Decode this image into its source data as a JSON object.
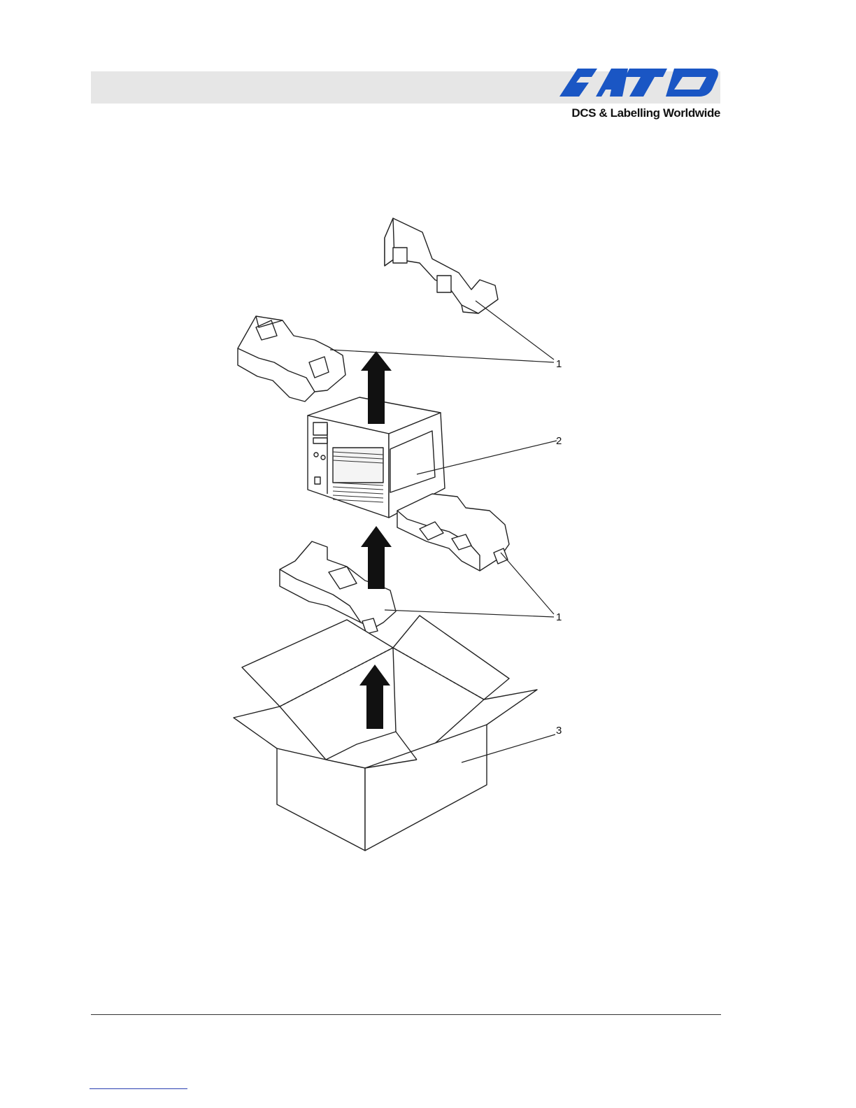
{
  "header": {
    "brand": "SATO",
    "tagline": "DCS & Labelling Worldwide",
    "brand_color": "#1a56c4"
  },
  "figure": {
    "callouts": [
      {
        "label": "1"
      },
      {
        "label": "2"
      },
      {
        "label": "1"
      },
      {
        "label": "3"
      }
    ]
  }
}
